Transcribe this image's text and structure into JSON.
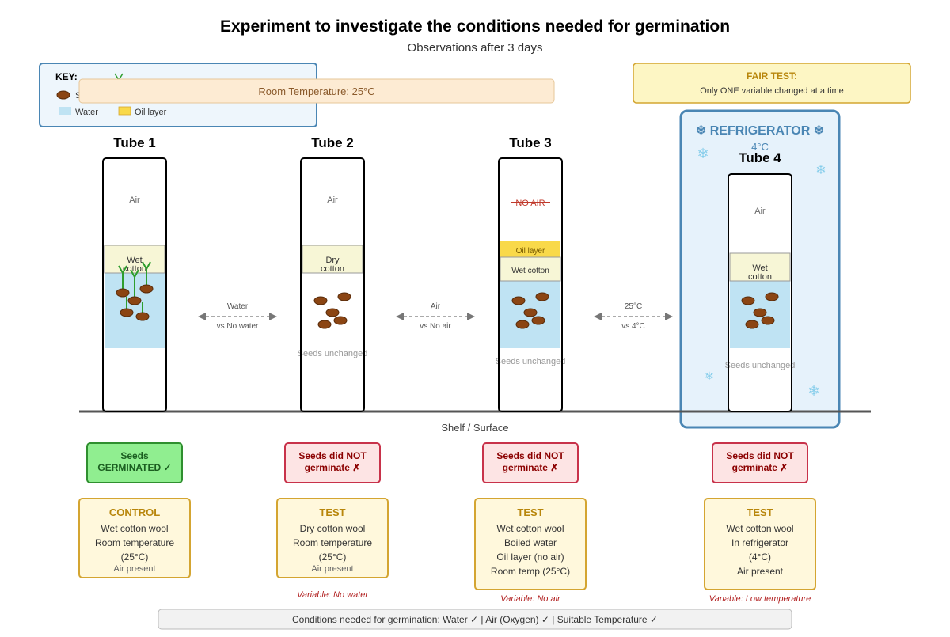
{
  "title": "Experiment to investigate the conditions needed for germination",
  "subtitle": "Observations after 3 days",
  "key": {
    "heading": "KEY:",
    "seed_label": "Seed",
    "water_label": "Water",
    "oil_label": "Oil layer"
  },
  "room_temperature_label": "Room Temperature: 25°C",
  "fair_test": {
    "heading": "FAIR TEST:",
    "text": "Only ONE variable changed at a time"
  },
  "refrigerator": {
    "label": "❄ REFRIGERATOR ❄",
    "temperature": "4°C",
    "snowflake": "❄"
  },
  "tubes": [
    {
      "name": "Tube 1",
      "gas_label": "Air",
      "cotton_label_1": "Wet",
      "cotton_label_2": "cotton",
      "note": "",
      "result_line_1": "Seeds",
      "result_line_2": "GERMINATED ✓",
      "result_status": "germinated",
      "condition_type": "CONTROL",
      "conditions": [
        "Wet cotton wool",
        "Room temperature",
        "(25°C)",
        "Air present"
      ],
      "variable": ""
    },
    {
      "name": "Tube 2",
      "gas_label": "Air",
      "cotton_label_1": "Dry",
      "cotton_label_2": "cotton",
      "note": "Seeds unchanged",
      "result_line_1": "Seeds did NOT",
      "result_line_2": "germinate ✗",
      "result_status": "not_germinated",
      "condition_type": "TEST",
      "conditions": [
        "Dry cotton wool",
        "Room temperature",
        "(25°C)",
        "Air present"
      ],
      "variable": "Variable: No water"
    },
    {
      "name": "Tube 3",
      "gas_label": "NO AIR",
      "oil_label": "Oil layer",
      "cotton_label_1": "Wet cotton",
      "cotton_label_2": "",
      "note": "Seeds unchanged",
      "result_line_1": "Seeds did NOT",
      "result_line_2": "germinate ✗",
      "result_status": "not_germinated",
      "condition_type": "TEST",
      "conditions": [
        "Wet cotton wool",
        "Boiled water",
        "Oil layer (no air)",
        "Room temp (25°C)"
      ],
      "variable": "Variable: No air"
    },
    {
      "name": "Tube 4",
      "gas_label": "Air",
      "cotton_label_1": "Wet",
      "cotton_label_2": "cotton",
      "note": "Seeds unchanged",
      "result_line_1": "Seeds did NOT",
      "result_line_2": "germinate ✗",
      "result_status": "not_germinated",
      "condition_type": "TEST",
      "conditions": [
        "Wet cotton wool",
        "In refrigerator",
        "(4°C)",
        "Air present"
      ],
      "variable": "Variable: Low temperature"
    }
  ],
  "comparisons": [
    {
      "top": "Water",
      "bottom": "vs No water"
    },
    {
      "top": "Air",
      "bottom": "vs No air"
    },
    {
      "top": "25°C",
      "bottom": "vs 4°C"
    }
  ],
  "shelf_label": "Shelf / Surface",
  "conclusion": "Conditions needed for germination: Water ✓ | Air (Oxygen) ✓ | Suitable Temperature ✓",
  "colors": {
    "water": "#bfe3f3",
    "cotton": "#f7f6d6",
    "oil": "#f9d94a",
    "seed": "#8b4513",
    "sprout": "#2e9e2e",
    "fridge_border": "#4a86b4",
    "fridge_fill": "#e6f2fb",
    "germinated_fill": "#90ee90",
    "germinated_border": "#2f8f2f",
    "not_germinated_fill": "#fde4e4",
    "not_germinated_border": "#c8324a",
    "condition_fill": "#fff8dc",
    "condition_border": "#d4a531",
    "room_temp_fill": "#fdebd3",
    "fair_test_fill": "#fdf6c4"
  }
}
